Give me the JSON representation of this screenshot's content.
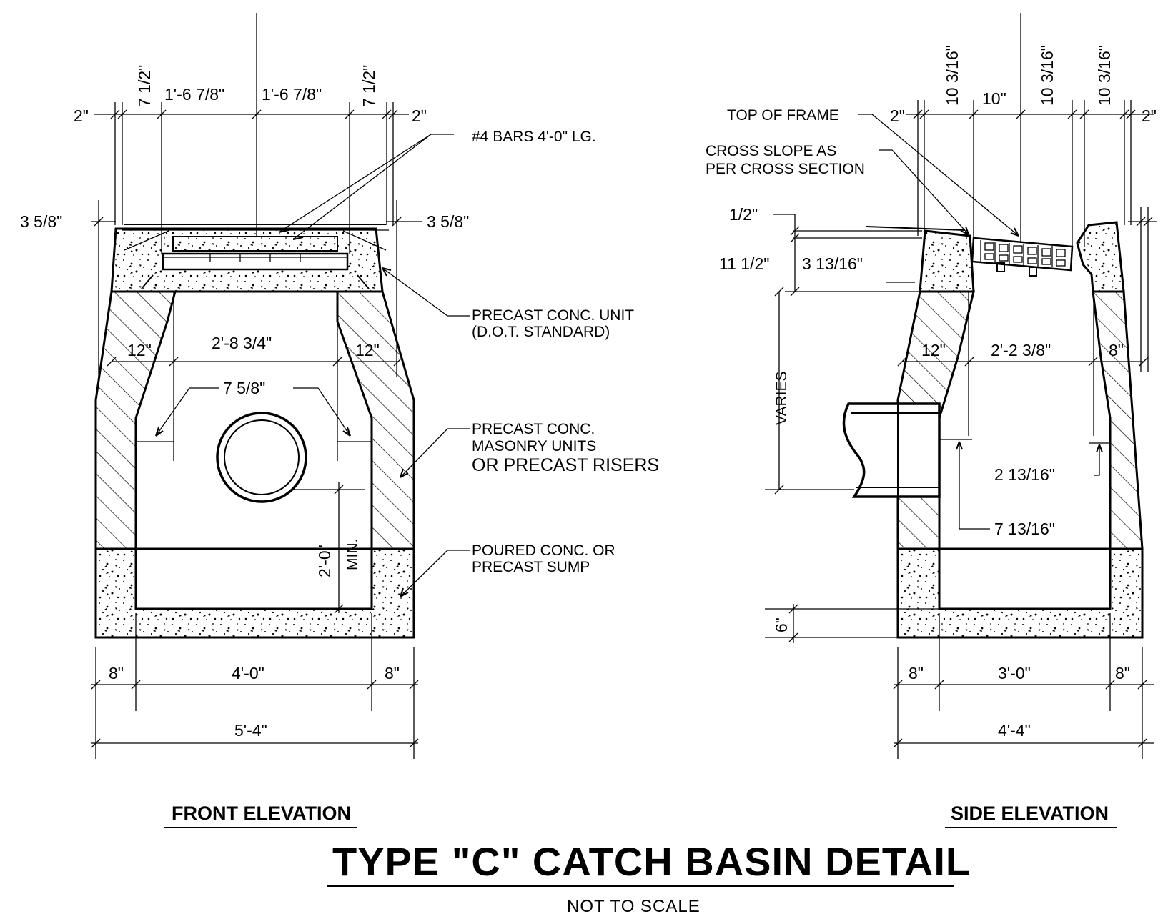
{
  "title": "TYPE \"C\" CATCH BASIN DETAIL",
  "subtitle": "NOT TO SCALE",
  "views": {
    "front": {
      "title": "FRONT ELEVATION"
    },
    "side": {
      "title": "SIDE ELEVATION"
    }
  },
  "front_dims": {
    "two_in_left": "2\"",
    "seven_half_left": "7 1/2\"",
    "half_width_left": "1'-6 7/8\"",
    "half_width_right": "1'-6 7/8\"",
    "seven_half_right": "7 1/2\"",
    "two_in_right": "2\"",
    "three_58_left": "3 5/8\"",
    "three_58_right": "3 5/8\"",
    "wall_left": "12\"",
    "opening": "2'-8 3/4\"",
    "wall_right": "12\"",
    "offset": "7 5/8\"",
    "sump_depth": "2'-0\"",
    "sump_min": "MIN.",
    "bottom_wall_left": "8\"",
    "inside_width": "4'-0\"",
    "bottom_wall_right": "8\"",
    "overall_width": "5'-4\""
  },
  "front_notes": {
    "bars": "#4 BARS 4'-0\" LG.",
    "precast_unit_1": "PRECAST CONC. UNIT",
    "precast_unit_2": "(D.O.T. STANDARD)",
    "masonry_1": "PRECAST CONC.",
    "masonry_2": "MASONRY UNITS",
    "masonry_3": "OR PRECAST RISERS",
    "sump_1": "POURED CONC. OR",
    "sump_2": "PRECAST SUMP"
  },
  "side_dims": {
    "ten_316_a": "10 3/16\"",
    "ten": "10\"",
    "ten_316_b": "10 3/16\"",
    "ten_316_c": "10 3/16\"",
    "two_in_left": "2\"",
    "two_in_right": "2\"",
    "half_in": "1/2\"",
    "eleven_half": "11 1/2\"",
    "three_1316": "3 13/16\"",
    "varies": "VARIES",
    "wall_left": "12\"",
    "opening": "2'-2 3/8\"",
    "wall_right": "8\"",
    "two_1316": "2 13/16\"",
    "seven_1316": "7 13/16\"",
    "six_in": "6\"",
    "bottom_wall_left": "8\"",
    "inside_width": "3'-0\"",
    "bottom_wall_right": "8\"",
    "overall_width": "4'-4\""
  },
  "side_notes": {
    "top_of_frame": "TOP OF FRAME",
    "cross_slope_1": "CROSS SLOPE AS",
    "cross_slope_2": "PER CROSS SECTION"
  }
}
